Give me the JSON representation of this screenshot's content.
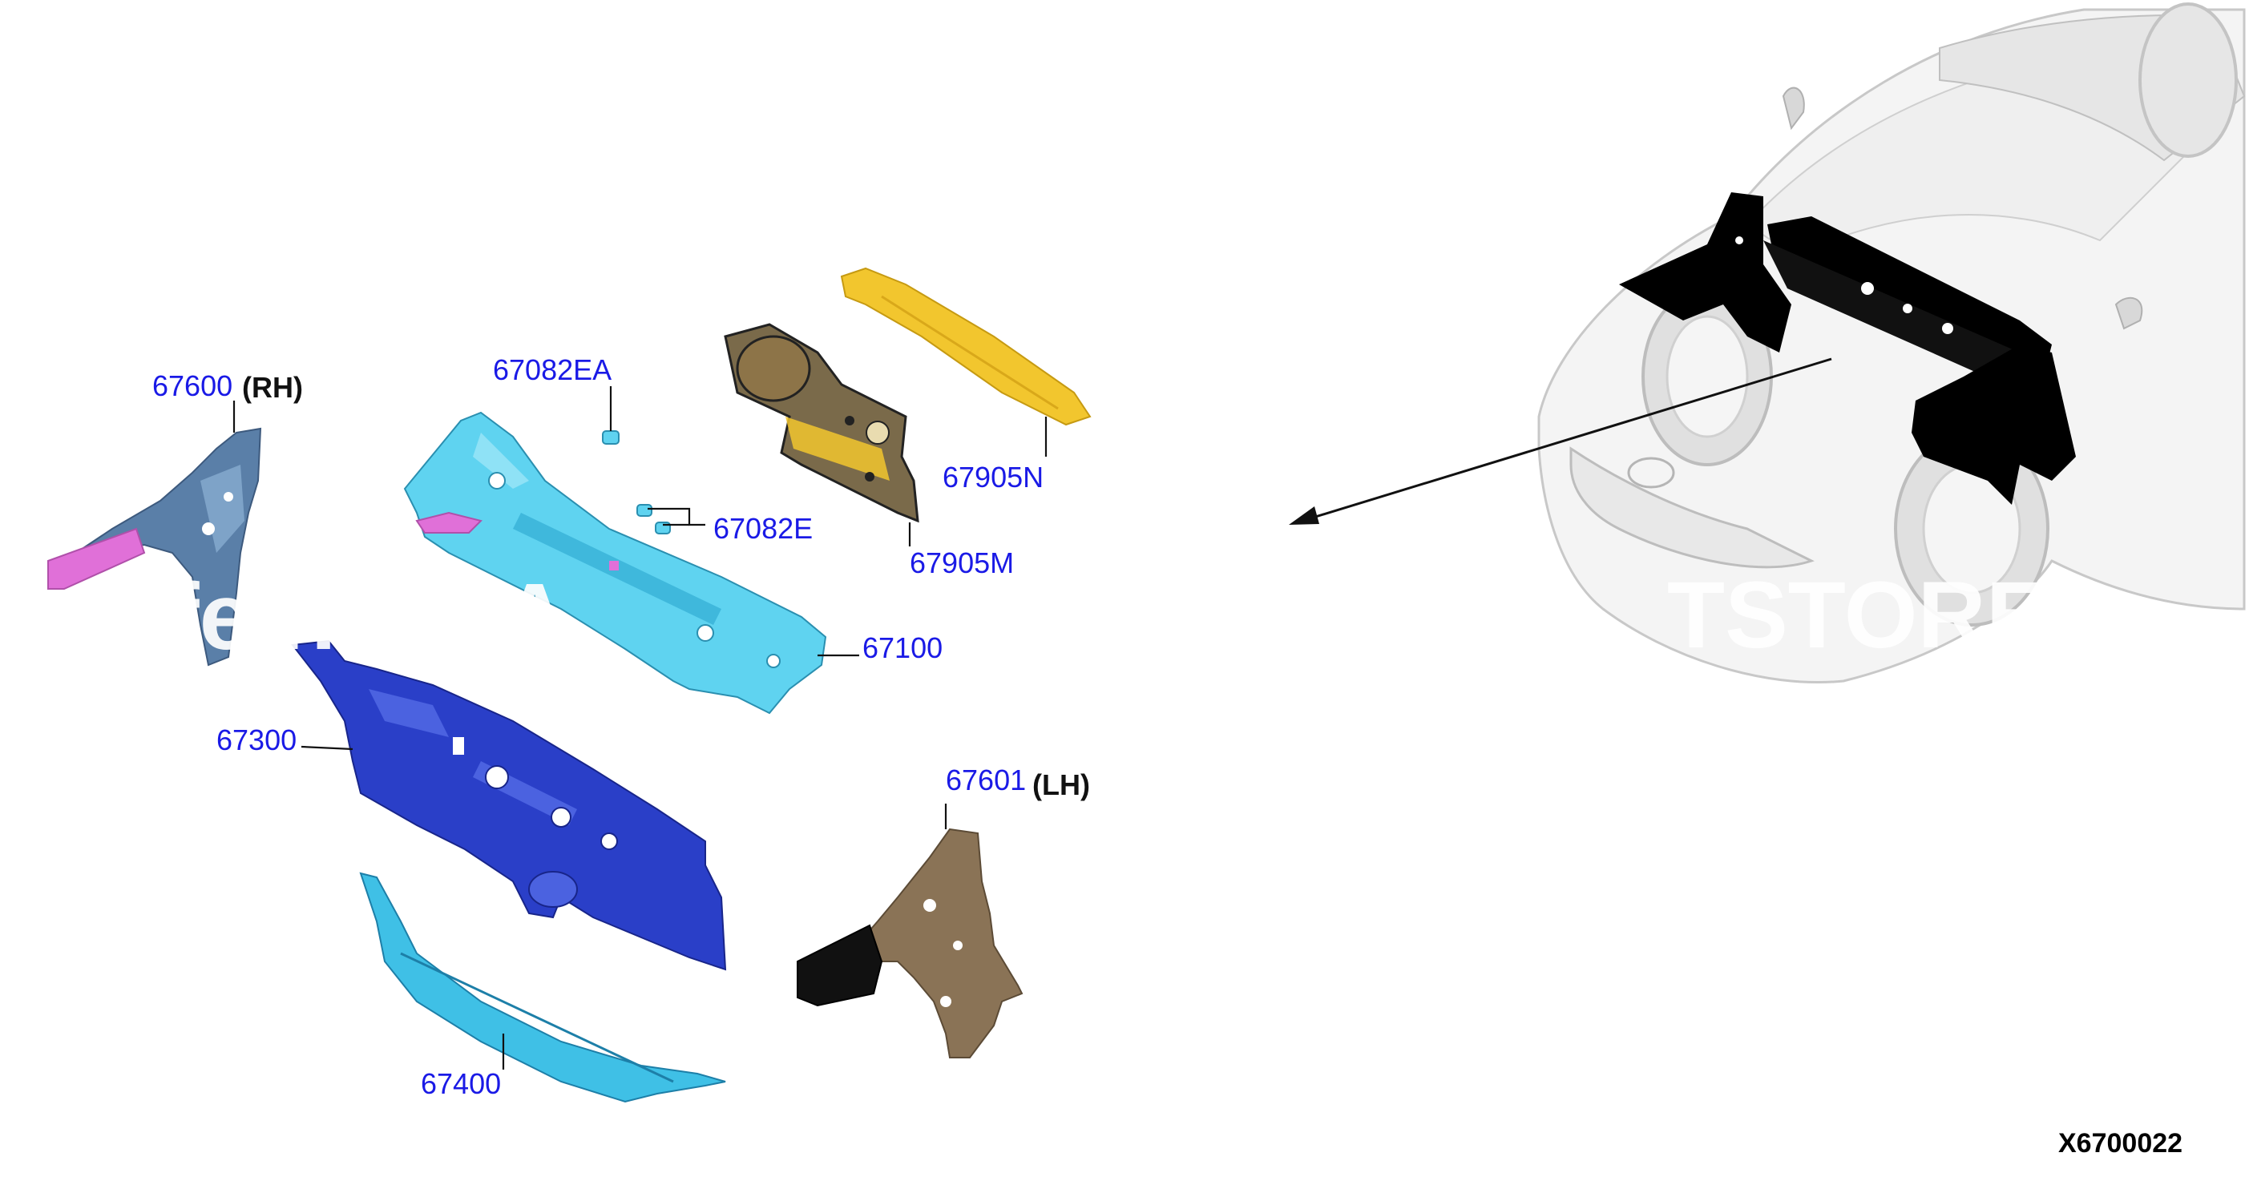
{
  "diagram": {
    "part_numbers": {
      "p67600": "67600",
      "p67600_side": "(RH)",
      "p67082EA": "67082EA",
      "p67082E": "67082E",
      "p67905N": "67905N",
      "p67905M": "67905M",
      "p67100": "67100",
      "p67300": "67300",
      "p67601": "67601",
      "p67601_side": "(LH)",
      "p67400": "67400"
    },
    "watermark": {
      "left": "ffe   hant A",
      "right": "TSTORE"
    },
    "diagram_code": "X6700022",
    "colors": {
      "label_blue": "#1a1ae6",
      "part_cyan": "#5fd3f0",
      "part_blue": "#2a3fc8",
      "part_steel": "#5a7fa8",
      "part_yellow": "#f2c62e",
      "part_brown": "#8a7356",
      "part_pink": "#e070d8",
      "car_outline": "#c8c8c8",
      "highlight_black": "#000000"
    }
  }
}
